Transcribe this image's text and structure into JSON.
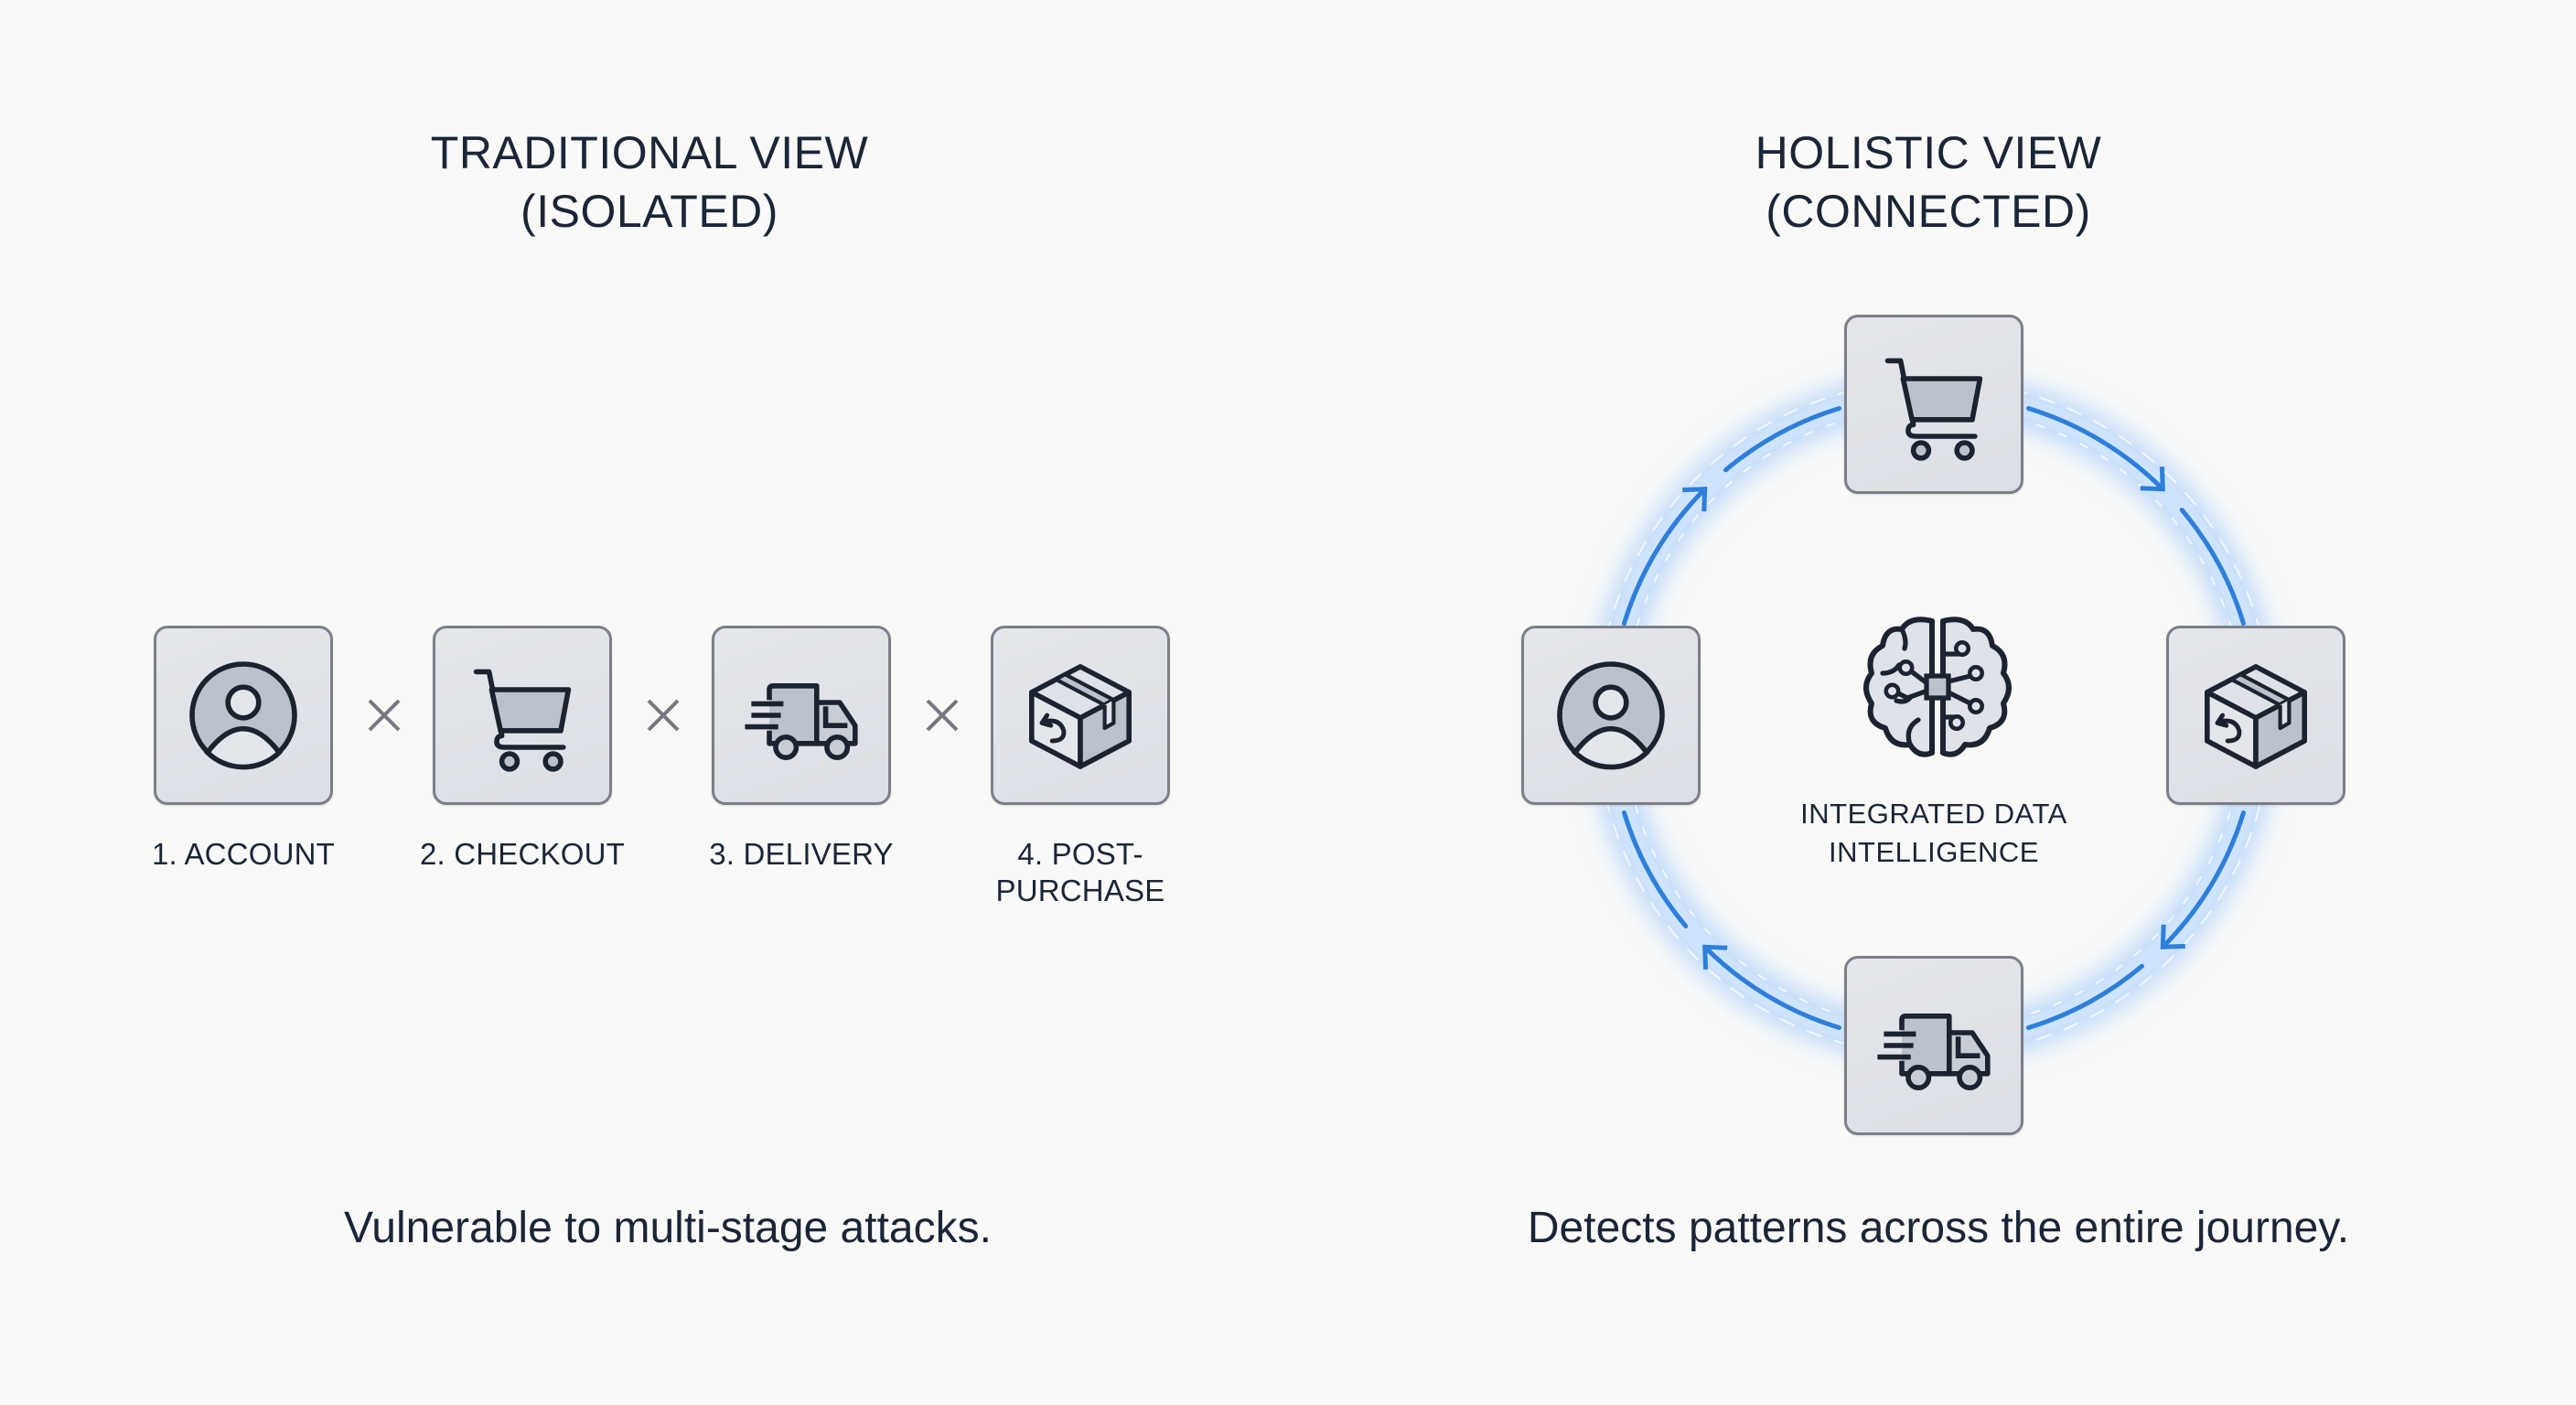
{
  "left_panel": {
    "title_line1": "TRADITIONAL VIEW",
    "title_line2": "(ISOLATED)",
    "steps": [
      {
        "label": "1. ACCOUNT",
        "icon": "user-account-icon"
      },
      {
        "label": "2. CHECKOUT",
        "icon": "shopping-cart-icon"
      },
      {
        "label": "3. DELIVERY",
        "icon": "delivery-truck-icon"
      },
      {
        "label": "4. POST-PURCHASE",
        "icon": "return-package-icon"
      }
    ],
    "separator_icon": "x-icon",
    "caption": "Vulnerable to multi-stage attacks."
  },
  "right_panel": {
    "title_line1": "HOLISTIC VIEW",
    "title_line2": "(CONNECTED)",
    "center_icon": "brain-circuit-icon",
    "center_label_line1": "INTEGRATED DATA",
    "center_label_line2": "INTELLIGENCE",
    "cycle_nodes": [
      {
        "position": "top",
        "icon": "shopping-cart-icon"
      },
      {
        "position": "right",
        "icon": "return-package-icon"
      },
      {
        "position": "bottom",
        "icon": "delivery-truck-icon"
      },
      {
        "position": "left",
        "icon": "user-account-icon"
      }
    ],
    "flow_direction": "clockwise",
    "caption": "Detects patterns across the entire journey."
  },
  "colors": {
    "text": "#1b2537",
    "ring": "#2e7fd9",
    "ring_glow": "#b9d8fb",
    "box_fill": "#dfe2e8",
    "box_border": "#7c7f87",
    "icon_stroke": "#1c2330",
    "icon_fill": "#bcc2cc",
    "x_mark": "#76777f",
    "background": "#f9f9f8"
  }
}
